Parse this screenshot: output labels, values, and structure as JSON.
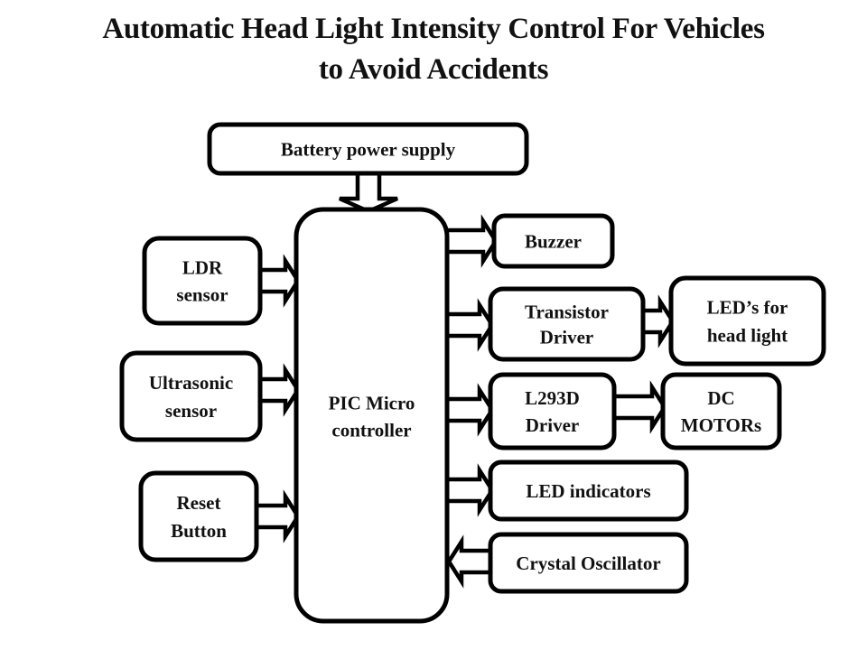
{
  "title": {
    "line1": "Automatic Head Light Intensity Control For Vehicles",
    "line2": "to Avoid Accidents"
  },
  "blocks": {
    "battery": {
      "lines": [
        "Battery power supply"
      ]
    },
    "pic": {
      "lines": [
        "PIC Micro",
        " controller"
      ]
    },
    "ldr": {
      "lines": [
        "LDR",
        "sensor"
      ]
    },
    "ultrasonic": {
      "lines": [
        "Ultrasonic",
        "sensor"
      ]
    },
    "reset": {
      "lines": [
        "Reset",
        "Button"
      ]
    },
    "buzzer": {
      "lines": [
        "Buzzer"
      ]
    },
    "transistor": {
      "lines": [
        "Transistor",
        "Driver"
      ]
    },
    "leds_headlight": {
      "lines": [
        "LED’s for",
        " head light"
      ]
    },
    "l293d": {
      "lines": [
        "L293D",
        "Driver"
      ]
    },
    "dc_motors": {
      "lines": [
        "DC",
        "MOTORs"
      ]
    },
    "led_indicators": {
      "lines": [
        "LED indicators"
      ]
    },
    "crystal": {
      "lines": [
        "Crystal Oscillator"
      ]
    }
  },
  "connections": [
    {
      "from": "battery",
      "to": "pic",
      "direction": "down"
    },
    {
      "from": "ldr",
      "to": "pic",
      "direction": "right"
    },
    {
      "from": "ultrasonic",
      "to": "pic",
      "direction": "right"
    },
    {
      "from": "reset",
      "to": "pic",
      "direction": "right"
    },
    {
      "from": "pic",
      "to": "buzzer",
      "direction": "right"
    },
    {
      "from": "pic",
      "to": "transistor",
      "direction": "right"
    },
    {
      "from": "transistor",
      "to": "leds_headlight",
      "direction": "right"
    },
    {
      "from": "pic",
      "to": "l293d",
      "direction": "right"
    },
    {
      "from": "l293d",
      "to": "dc_motors",
      "direction": "right"
    },
    {
      "from": "pic",
      "to": "led_indicators",
      "direction": "right"
    },
    {
      "from": "crystal",
      "to": "pic",
      "direction": "left"
    }
  ]
}
